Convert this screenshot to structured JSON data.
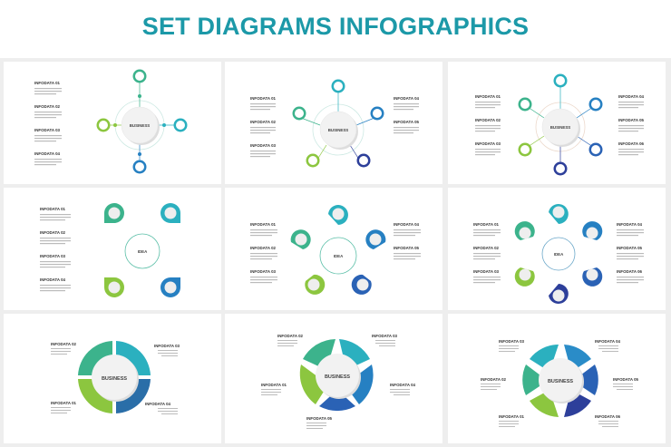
{
  "title": "SET DIAGRAMS INFOGRAPHICS",
  "colors": {
    "title": "#1c99a8",
    "green": "#8cc63f",
    "teal_green": "#3cb38c",
    "teal": "#2bb0bf",
    "blue": "#2680c2",
    "navy": "#2d3f9a",
    "background": "#eeeeee"
  },
  "cards": [
    {
      "id": "circle-4",
      "center": "BUSINESS",
      "labels": [
        "INFODATA 01",
        "INFODATA 02",
        "INFODATA 03",
        "INFODATA 04"
      ]
    },
    {
      "id": "circle-5",
      "center": "BUSINESS",
      "labels": [
        "INFODATA 01",
        "INFODATA 02",
        "INFODATA 03",
        "INFODATA 04",
        "INFODATA 05"
      ]
    },
    {
      "id": "circle-6",
      "center": "BUSINESS",
      "labels": [
        "INFODATA 01",
        "INFODATA 02",
        "INFODATA 03",
        "INFODATA 04",
        "INFODATA 05",
        "INFODATA 06"
      ]
    },
    {
      "id": "pin-4",
      "center": "IDEA",
      "labels": [
        "INFODATA 01",
        "INFODATA 02",
        "INFODATA 03",
        "INFODATA 04"
      ]
    },
    {
      "id": "pin-5",
      "center": "IDEA",
      "labels": [
        "INFODATA 01",
        "INFODATA 02",
        "INFODATA 03",
        "INFODATA 04",
        "INFODATA 05"
      ]
    },
    {
      "id": "pin-6",
      "center": "IDEA",
      "labels": [
        "INFODATA 01",
        "INFODATA 02",
        "INFODATA 03",
        "INFODATA 04",
        "INFODATA 05",
        "INFODATA 06"
      ]
    },
    {
      "id": "ring-4",
      "center": "BUSINESS",
      "labels": [
        "INFODATA 01",
        "INFODATA 02",
        "INFODATA 03",
        "INFODATA 04"
      ]
    },
    {
      "id": "ring-5",
      "center": "BUSINESS",
      "labels": [
        "INFODATA 01",
        "INFODATA 02",
        "INFODATA 03",
        "INFODATA 04",
        "INFODATA 05"
      ]
    },
    {
      "id": "ring-6",
      "center": "BUSINESS",
      "labels": [
        "INFODATA 01",
        "INFODATA 02",
        "INFODATA 03",
        "INFODATA 04",
        "INFODATA 05",
        "INFODATA 06"
      ]
    }
  ]
}
